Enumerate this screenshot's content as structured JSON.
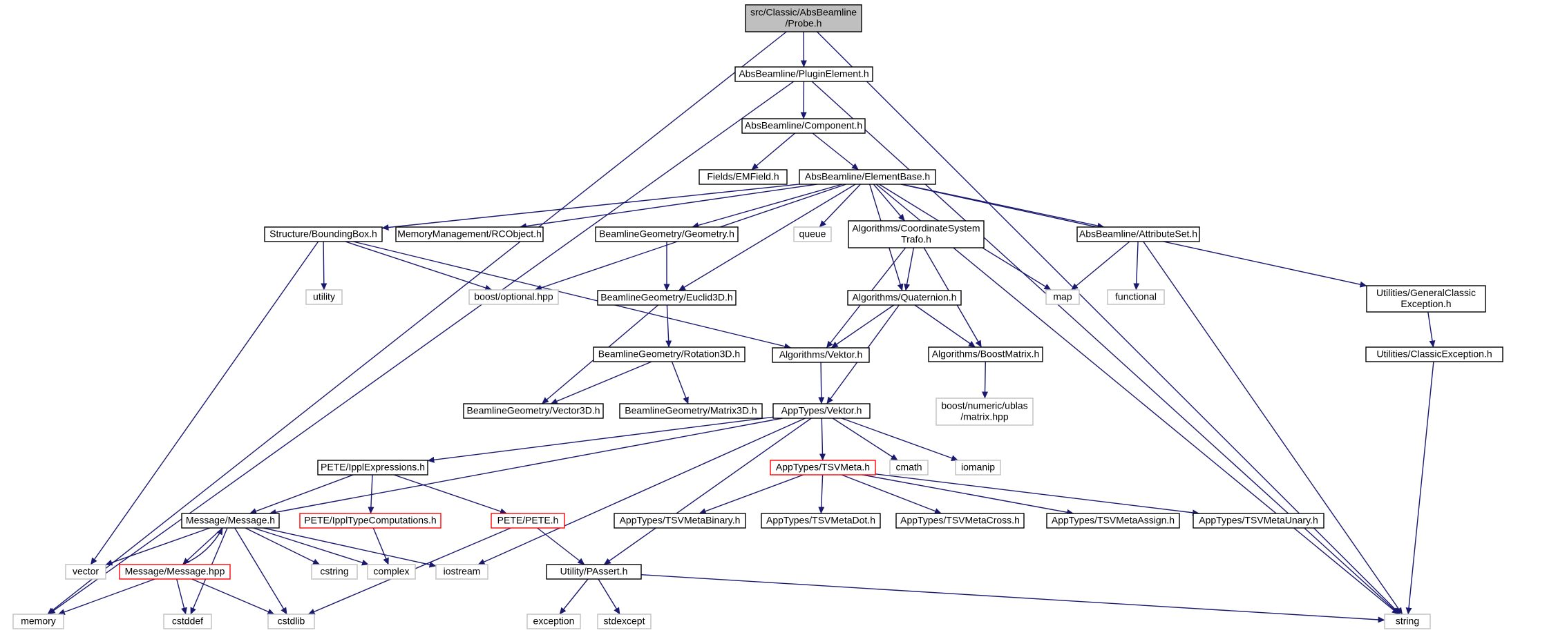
{
  "colors": {
    "edge": "#191970",
    "root_fill": "#bfbfbf",
    "root_border": "#000000",
    "normal_border": "#000000",
    "incomplete_border": "#ff0000",
    "system_border": "#bfbfbf",
    "system_text": "#404040"
  },
  "nodes": [
    {
      "id": "probe",
      "kind": "root",
      "lines": [
        "src/Classic/AbsBeamline",
        "/Probe.h"
      ]
    },
    {
      "id": "plugin",
      "kind": "normal",
      "lines": [
        "AbsBeamline/PluginElement.h"
      ]
    },
    {
      "id": "component",
      "kind": "normal",
      "lines": [
        "AbsBeamline/Component.h"
      ]
    },
    {
      "id": "emfield",
      "kind": "normal",
      "lines": [
        "Fields/EMField.h"
      ]
    },
    {
      "id": "elementbase",
      "kind": "normal",
      "lines": [
        "AbsBeamline/ElementBase.h"
      ]
    },
    {
      "id": "boundingbox",
      "kind": "normal",
      "lines": [
        "Structure/BoundingBox.h"
      ]
    },
    {
      "id": "rcobject",
      "kind": "normal",
      "lines": [
        "MemoryManagement/RCObject.h"
      ]
    },
    {
      "id": "geometry",
      "kind": "normal",
      "lines": [
        "BeamlineGeometry/Geometry.h"
      ]
    },
    {
      "id": "queue",
      "kind": "system",
      "lines": [
        "queue"
      ]
    },
    {
      "id": "coordtrafo",
      "kind": "normal",
      "lines": [
        "Algorithms/CoordinateSystem",
        "Trafo.h"
      ]
    },
    {
      "id": "attributeset",
      "kind": "normal",
      "lines": [
        "AbsBeamline/AttributeSet.h"
      ]
    },
    {
      "id": "gcexception",
      "kind": "normal",
      "lines": [
        "Utilities/GeneralClassic",
        "Exception.h"
      ]
    },
    {
      "id": "utility",
      "kind": "system",
      "lines": [
        "utility"
      ]
    },
    {
      "id": "optional",
      "kind": "system",
      "lines": [
        "boost/optional.hpp"
      ]
    },
    {
      "id": "euclid3d",
      "kind": "normal",
      "lines": [
        "BeamlineGeometry/Euclid3D.h"
      ]
    },
    {
      "id": "quaternion",
      "kind": "normal",
      "lines": [
        "Algorithms/Quaternion.h"
      ]
    },
    {
      "id": "map",
      "kind": "system",
      "lines": [
        "map"
      ]
    },
    {
      "id": "functional",
      "kind": "system",
      "lines": [
        "functional"
      ]
    },
    {
      "id": "classicexception",
      "kind": "normal",
      "lines": [
        "Utilities/ClassicException.h"
      ]
    },
    {
      "id": "rotation3d",
      "kind": "normal",
      "lines": [
        "BeamlineGeometry/Rotation3D.h"
      ]
    },
    {
      "id": "algvektor",
      "kind": "normal",
      "lines": [
        "Algorithms/Vektor.h"
      ]
    },
    {
      "id": "boostmatrix",
      "kind": "normal",
      "lines": [
        "Algorithms/BoostMatrix.h"
      ]
    },
    {
      "id": "ublasmatrix",
      "kind": "system",
      "lines": [
        "boost/numeric/ublas",
        "/matrix.hpp"
      ]
    },
    {
      "id": "vector3d",
      "kind": "normal",
      "lines": [
        "BeamlineGeometry/Vector3D.h"
      ]
    },
    {
      "id": "matrix3d",
      "kind": "normal",
      "lines": [
        "BeamlineGeometry/Matrix3D.h"
      ]
    },
    {
      "id": "appvektor",
      "kind": "normal",
      "lines": [
        "AppTypes/Vektor.h"
      ]
    },
    {
      "id": "ipplexpr",
      "kind": "normal",
      "lines": [
        "PETE/IpplExpressions.h"
      ]
    },
    {
      "id": "tsvmeta",
      "kind": "incomplete",
      "lines": [
        "AppTypes/TSVMeta.h"
      ]
    },
    {
      "id": "cmath",
      "kind": "system",
      "lines": [
        "cmath"
      ]
    },
    {
      "id": "iomanip",
      "kind": "system",
      "lines": [
        "iomanip"
      ]
    },
    {
      "id": "messageh",
      "kind": "normal",
      "lines": [
        "Message/Message.h"
      ]
    },
    {
      "id": "ippltypecomp",
      "kind": "incomplete",
      "lines": [
        "PETE/IpplTypeComputations.h"
      ]
    },
    {
      "id": "peteh",
      "kind": "incomplete",
      "lines": [
        "PETE/PETE.h"
      ]
    },
    {
      "id": "tsvbinary",
      "kind": "normal",
      "lines": [
        "AppTypes/TSVMetaBinary.h"
      ]
    },
    {
      "id": "tsvdot",
      "kind": "normal",
      "lines": [
        "AppTypes/TSVMetaDot.h"
      ]
    },
    {
      "id": "tsvcross",
      "kind": "normal",
      "lines": [
        "AppTypes/TSVMetaCross.h"
      ]
    },
    {
      "id": "tsvassign",
      "kind": "normal",
      "lines": [
        "AppTypes/TSVMetaAssign.h"
      ]
    },
    {
      "id": "tsvunary",
      "kind": "normal",
      "lines": [
        "AppTypes/TSVMetaUnary.h"
      ]
    },
    {
      "id": "vector",
      "kind": "system",
      "lines": [
        "vector"
      ]
    },
    {
      "id": "messagehpp",
      "kind": "incomplete",
      "lines": [
        "Message/Message.hpp"
      ]
    },
    {
      "id": "cstring",
      "kind": "system",
      "lines": [
        "cstring"
      ]
    },
    {
      "id": "complex",
      "kind": "system",
      "lines": [
        "complex"
      ]
    },
    {
      "id": "iostream",
      "kind": "system",
      "lines": [
        "iostream"
      ]
    },
    {
      "id": "passert",
      "kind": "normal",
      "lines": [
        "Utility/PAssert.h"
      ]
    },
    {
      "id": "memory",
      "kind": "system",
      "lines": [
        "memory"
      ]
    },
    {
      "id": "cstddef",
      "kind": "system",
      "lines": [
        "cstddef"
      ]
    },
    {
      "id": "cstdlib",
      "kind": "system",
      "lines": [
        "cstdlib"
      ]
    },
    {
      "id": "exception",
      "kind": "system",
      "lines": [
        "exception"
      ]
    },
    {
      "id": "stdexcept",
      "kind": "system",
      "lines": [
        "stdexcept"
      ]
    },
    {
      "id": "string",
      "kind": "system",
      "lines": [
        "string"
      ]
    }
  ],
  "edges": [
    [
      "probe",
      "plugin"
    ],
    [
      "probe",
      "memory"
    ],
    [
      "probe",
      "string"
    ],
    [
      "plugin",
      "component"
    ],
    [
      "plugin",
      "memory"
    ],
    [
      "plugin",
      "string"
    ],
    [
      "component",
      "emfield"
    ],
    [
      "component",
      "elementbase"
    ],
    [
      "elementbase",
      "boundingbox"
    ],
    [
      "elementbase",
      "rcobject"
    ],
    [
      "elementbase",
      "geometry"
    ],
    [
      "elementbase",
      "queue"
    ],
    [
      "elementbase",
      "coordtrafo"
    ],
    [
      "elementbase",
      "attributeset"
    ],
    [
      "elementbase",
      "gcexception"
    ],
    [
      "elementbase",
      "optional"
    ],
    [
      "elementbase",
      "euclid3d"
    ],
    [
      "elementbase",
      "quaternion"
    ],
    [
      "elementbase",
      "map"
    ],
    [
      "elementbase",
      "string"
    ],
    [
      "boundingbox",
      "utility"
    ],
    [
      "boundingbox",
      "optional"
    ],
    [
      "boundingbox",
      "algvektor"
    ],
    [
      "boundingbox",
      "vector"
    ],
    [
      "geometry",
      "euclid3d"
    ],
    [
      "coordtrafo",
      "quaternion"
    ],
    [
      "coordtrafo",
      "algvektor"
    ],
    [
      "coordtrafo",
      "boostmatrix"
    ],
    [
      "attributeset",
      "map"
    ],
    [
      "attributeset",
      "functional"
    ],
    [
      "attributeset",
      "string"
    ],
    [
      "gcexception",
      "classicexception"
    ],
    [
      "classicexception",
      "string"
    ],
    [
      "euclid3d",
      "rotation3d"
    ],
    [
      "euclid3d",
      "vector3d"
    ],
    [
      "rotation3d",
      "vector3d"
    ],
    [
      "rotation3d",
      "matrix3d"
    ],
    [
      "quaternion",
      "algvektor"
    ],
    [
      "quaternion",
      "boostmatrix"
    ],
    [
      "quaternion",
      "appvektor"
    ],
    [
      "algvektor",
      "appvektor"
    ],
    [
      "boostmatrix",
      "ublasmatrix"
    ],
    [
      "appvektor",
      "ipplexpr"
    ],
    [
      "appvektor",
      "tsvmeta"
    ],
    [
      "appvektor",
      "cmath"
    ],
    [
      "appvektor",
      "iomanip"
    ],
    [
      "appvektor",
      "messageh"
    ],
    [
      "appvektor",
      "iostream"
    ],
    [
      "appvektor",
      "passert"
    ],
    [
      "ipplexpr",
      "messageh"
    ],
    [
      "ipplexpr",
      "ippltypecomp"
    ],
    [
      "ipplexpr",
      "peteh"
    ],
    [
      "tsvmeta",
      "tsvbinary"
    ],
    [
      "tsvmeta",
      "tsvdot"
    ],
    [
      "tsvmeta",
      "tsvcross"
    ],
    [
      "tsvmeta",
      "tsvassign"
    ],
    [
      "tsvmeta",
      "tsvunary"
    ],
    [
      "messageh",
      "vector"
    ],
    [
      "messageh",
      "messagehpp"
    ],
    [
      "messageh",
      "cstring"
    ],
    [
      "messageh",
      "complex"
    ],
    [
      "messageh",
      "iostream"
    ],
    [
      "messageh",
      "cstddef"
    ],
    [
      "messageh",
      "cstdlib"
    ],
    [
      "messagehpp",
      "messageh"
    ],
    [
      "messagehpp",
      "memory"
    ],
    [
      "messagehpp",
      "cstddef"
    ],
    [
      "messagehpp",
      "cstdlib"
    ],
    [
      "ippltypecomp",
      "complex"
    ],
    [
      "peteh",
      "passert"
    ],
    [
      "peteh",
      "cstdlib"
    ],
    [
      "passert",
      "exception"
    ],
    [
      "passert",
      "stdexcept"
    ],
    [
      "passert",
      "string"
    ]
  ]
}
